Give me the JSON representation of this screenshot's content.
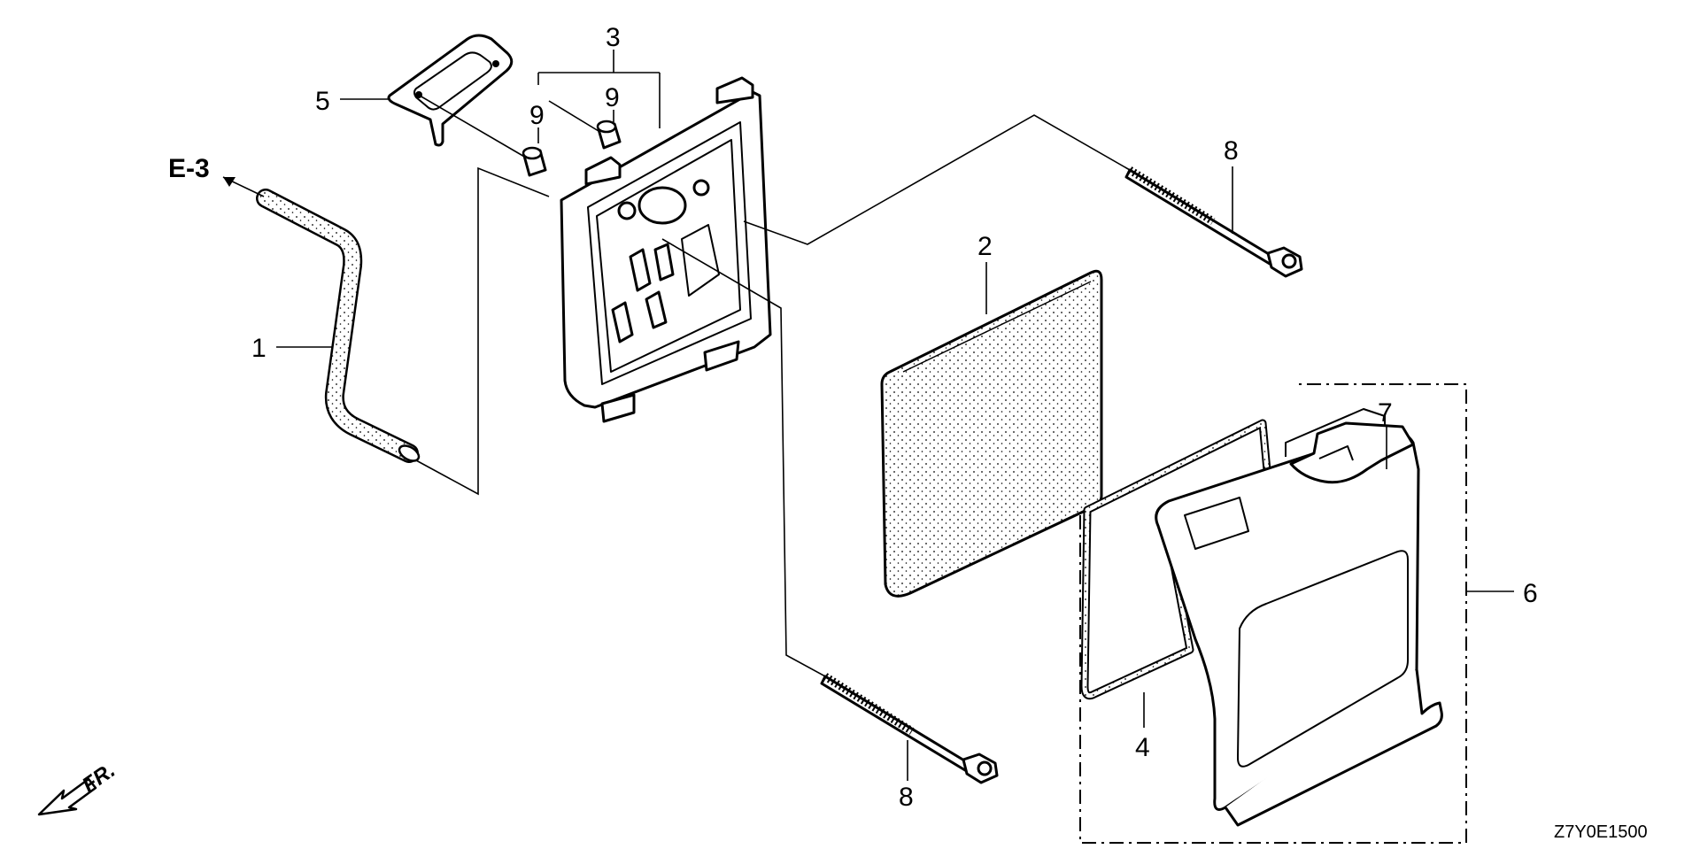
{
  "diagram": {
    "callouts": {
      "c1": "1",
      "c2": "2",
      "c3": "3",
      "c4": "4",
      "c5": "5",
      "c6": "6",
      "c7": "7",
      "c8a": "8",
      "c8b": "8",
      "c9a": "9",
      "c9b": "9"
    },
    "reference": "E-3",
    "direction": "FR.",
    "drawing_code": "Z7Y0E1500"
  }
}
